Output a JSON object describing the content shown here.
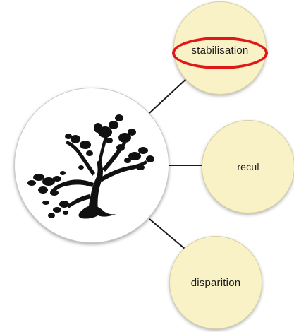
{
  "diagram": {
    "central_image": {
      "icon": "tree-icon",
      "description_name": "tree"
    },
    "nodes": [
      {
        "label": "stabilisation",
        "highlighted": true
      },
      {
        "label": "recul",
        "highlighted": false
      },
      {
        "label": "disparition",
        "highlighted": false
      }
    ]
  },
  "colors": {
    "node_fill": "#f8f2c6",
    "highlight": "#e01818",
    "tree": "#111111",
    "connector": "#1a1a1a"
  }
}
